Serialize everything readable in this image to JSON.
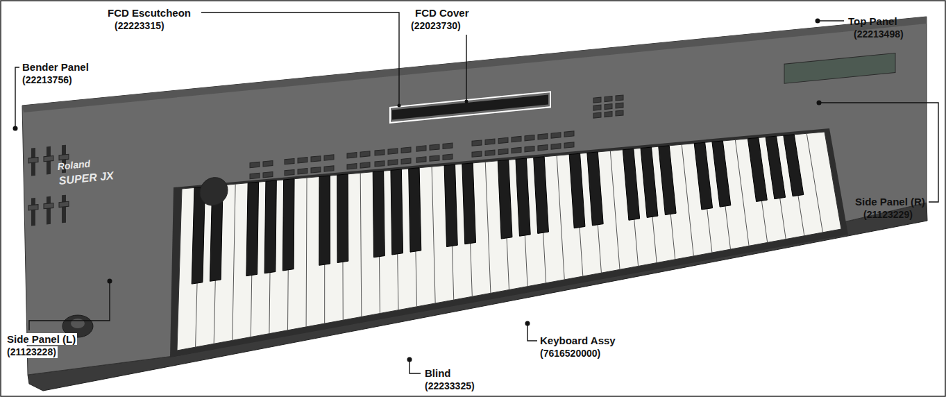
{
  "diagram": {
    "labels": [
      "FCD Escutcheon",
      "(22223315)",
      "FCD Cover",
      "(22023730)",
      "Top Panel",
      "(22213498)",
      "Bender Panel",
      "(22213756)",
      "Side Panel (R)",
      "(21123229)",
      "Keyboard Assy",
      "(7616520000)",
      "Side Panel (L)",
      "(21123228)",
      "Blind",
      "(22233325)",
      "Roland",
      "SUPER JX"
    ]
  }
}
